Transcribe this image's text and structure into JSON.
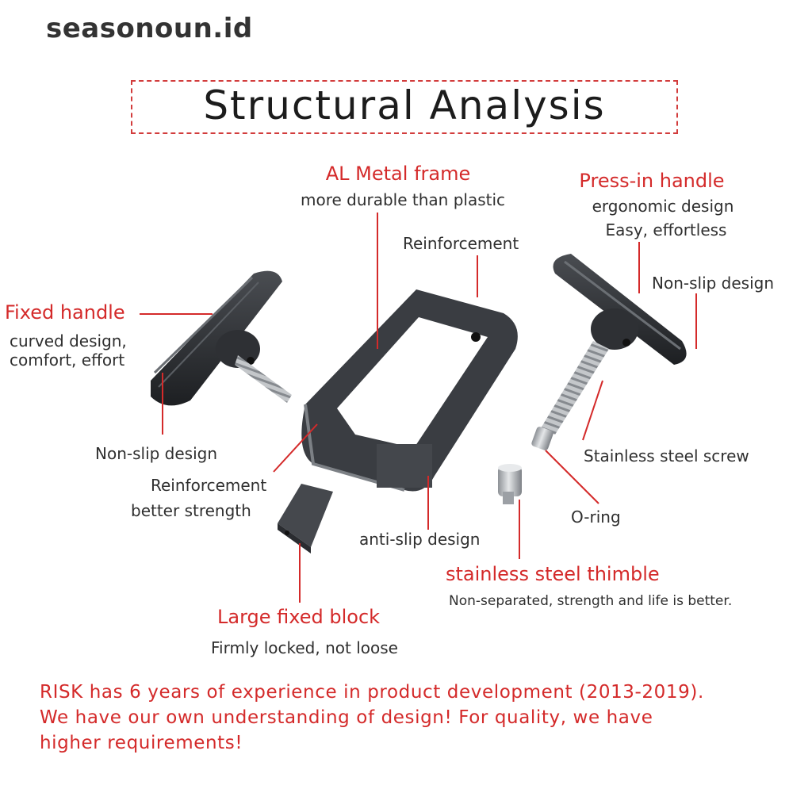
{
  "watermark": "seasonoun.id",
  "title": "Structural Analysis",
  "labels": {
    "al_frame_title": "AL Metal frame",
    "al_frame_sub": "more durable than plastic",
    "press_title": "Press-in handle",
    "press_sub1": "ergonomic design",
    "press_sub2": "Easy, effortless",
    "reinforcement_top": "Reinforcement",
    "nonslip_right": "Non-slip design",
    "fixed_title": "Fixed handle",
    "fixed_sub1": "curved design,",
    "fixed_sub2": "comfort, effort",
    "nonslip_left": "Non-slip design",
    "reinforcement_mid": "Reinforcement",
    "reinforcement_mid_sub": "better strength",
    "screw": "Stainless steel screw",
    "oring": "O-ring",
    "antislip": "anti-slip design",
    "thimble_title": "stainless steel thimble",
    "thimble_sub": "Non-separated, strength and life is better.",
    "block_title": "Large fixed block",
    "block_sub": "Firmly locked, not loose"
  },
  "footer": {
    "line1": "RISK has 6 years of experience in product development (2013-2019).",
    "line2": "We have our own understanding of design! For quality, we have",
    "line3": "higher requirements!"
  },
  "colors": {
    "accent": "#d42a2a",
    "part_dark": "#2b2d30",
    "metal": "#b8bcc0"
  }
}
